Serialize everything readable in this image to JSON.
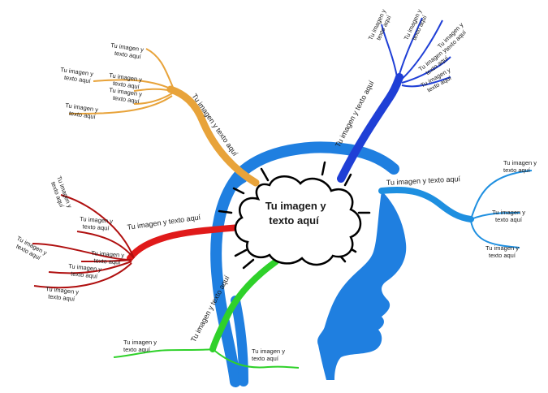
{
  "center": {
    "line1": "Tu imagen y",
    "line2": "texto aquí"
  },
  "colors": {
    "orange": "#e8a33a",
    "blue_dark": "#1f3fd6",
    "blue_light": "#1e8fe0",
    "head": "#1f7fe0",
    "red": "#e01a1a",
    "green": "#2fd12a",
    "outline": "#000000"
  },
  "branches": {
    "orange": {
      "label": "Tu imagen y texto aquí",
      "leaves": [
        {
          "line1": "Tu imagen y",
          "line2": "texto aquí"
        },
        {
          "line1": "Tu imagen y",
          "line2": "texto aquí"
        },
        {
          "line1": "Tu imagen y",
          "line2": "texto aquí"
        },
        {
          "line1": "Tu imagen y",
          "line2": "texto aquí"
        },
        {
          "line1": "Tu imagen y",
          "line2": "texto aquí"
        }
      ]
    },
    "blue_dark": {
      "label": "Tu imagen y texto aquí",
      "leaves": [
        {
          "line1": "Tu imagen y",
          "line2": "texto aquí"
        },
        {
          "line1": "Tu imagen y",
          "line2": "texto aquí"
        },
        {
          "line1": "Tu imagen y",
          "line2": "texto aquí"
        },
        {
          "line1": "Tu imagen y",
          "line2": "texto aquí"
        },
        {
          "line1": "Tu imagen y",
          "line2": "texto aquí"
        }
      ]
    },
    "blue_light": {
      "label": "Tu imagen y texto aquí",
      "leaves": [
        {
          "line1": "Tu imagen y",
          "line2": "texto aquí"
        },
        {
          "line1": "Tu imagen y",
          "line2": "texto aquí"
        },
        {
          "line1": "Tu imagen y",
          "line2": "texto aquí"
        }
      ]
    },
    "red": {
      "label": "Tu imagen y texto aquí",
      "leaves": [
        {
          "line1": "Tu imagen y",
          "line2": "texto aquí"
        },
        {
          "line1": "Tu imagen y",
          "line2": "texto aquí"
        },
        {
          "line1": "Tu imagen y",
          "line2": "texto aquí"
        },
        {
          "line1": "Tu imagen y",
          "line2": "texto aquí"
        },
        {
          "line1": "Tu imagen y",
          "line2": "texto aquí"
        },
        {
          "line1": "Tu imagen y",
          "line2": "texto aquí"
        }
      ]
    },
    "green": {
      "label": "Tu imagen y texto aquí",
      "leaves": [
        {
          "line1": "Tu imagen y",
          "line2": "texto aquí"
        },
        {
          "line1": "Tu imagen y",
          "line2": "texto aquí"
        }
      ]
    }
  }
}
